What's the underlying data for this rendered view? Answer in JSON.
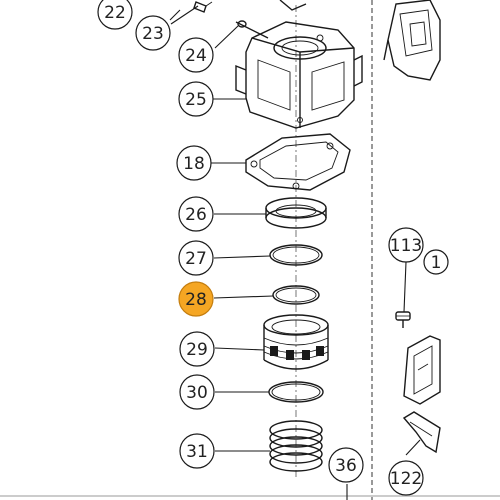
{
  "diagram": {
    "callouts": [
      {
        "id": "c22",
        "text": "22",
        "highlighted": false
      },
      {
        "id": "c23",
        "text": "23",
        "highlighted": false
      },
      {
        "id": "c24",
        "text": "24",
        "highlighted": false
      },
      {
        "id": "c25",
        "text": "25",
        "highlighted": false
      },
      {
        "id": "c18",
        "text": "18",
        "highlighted": false
      },
      {
        "id": "c26",
        "text": "26",
        "highlighted": false
      },
      {
        "id": "c27",
        "text": "27",
        "highlighted": false
      },
      {
        "id": "c28",
        "text": "28",
        "highlighted": true
      },
      {
        "id": "c29",
        "text": "29",
        "highlighted": false
      },
      {
        "id": "c30",
        "text": "30",
        "highlighted": false
      },
      {
        "id": "c31",
        "text": "31",
        "highlighted": false
      },
      {
        "id": "c36",
        "text": "36",
        "highlighted": false
      },
      {
        "id": "c113",
        "text": "113",
        "highlighted": false
      },
      {
        "id": "c1",
        "text": "1",
        "highlighted": false
      },
      {
        "id": "c122",
        "text": "122",
        "highlighted": false
      }
    ],
    "colors": {
      "highlight_fill": "#f5a623",
      "highlight_stroke": "#c47d0e",
      "line": "#1a1a1a",
      "circle_fill": "#ffffff"
    }
  }
}
